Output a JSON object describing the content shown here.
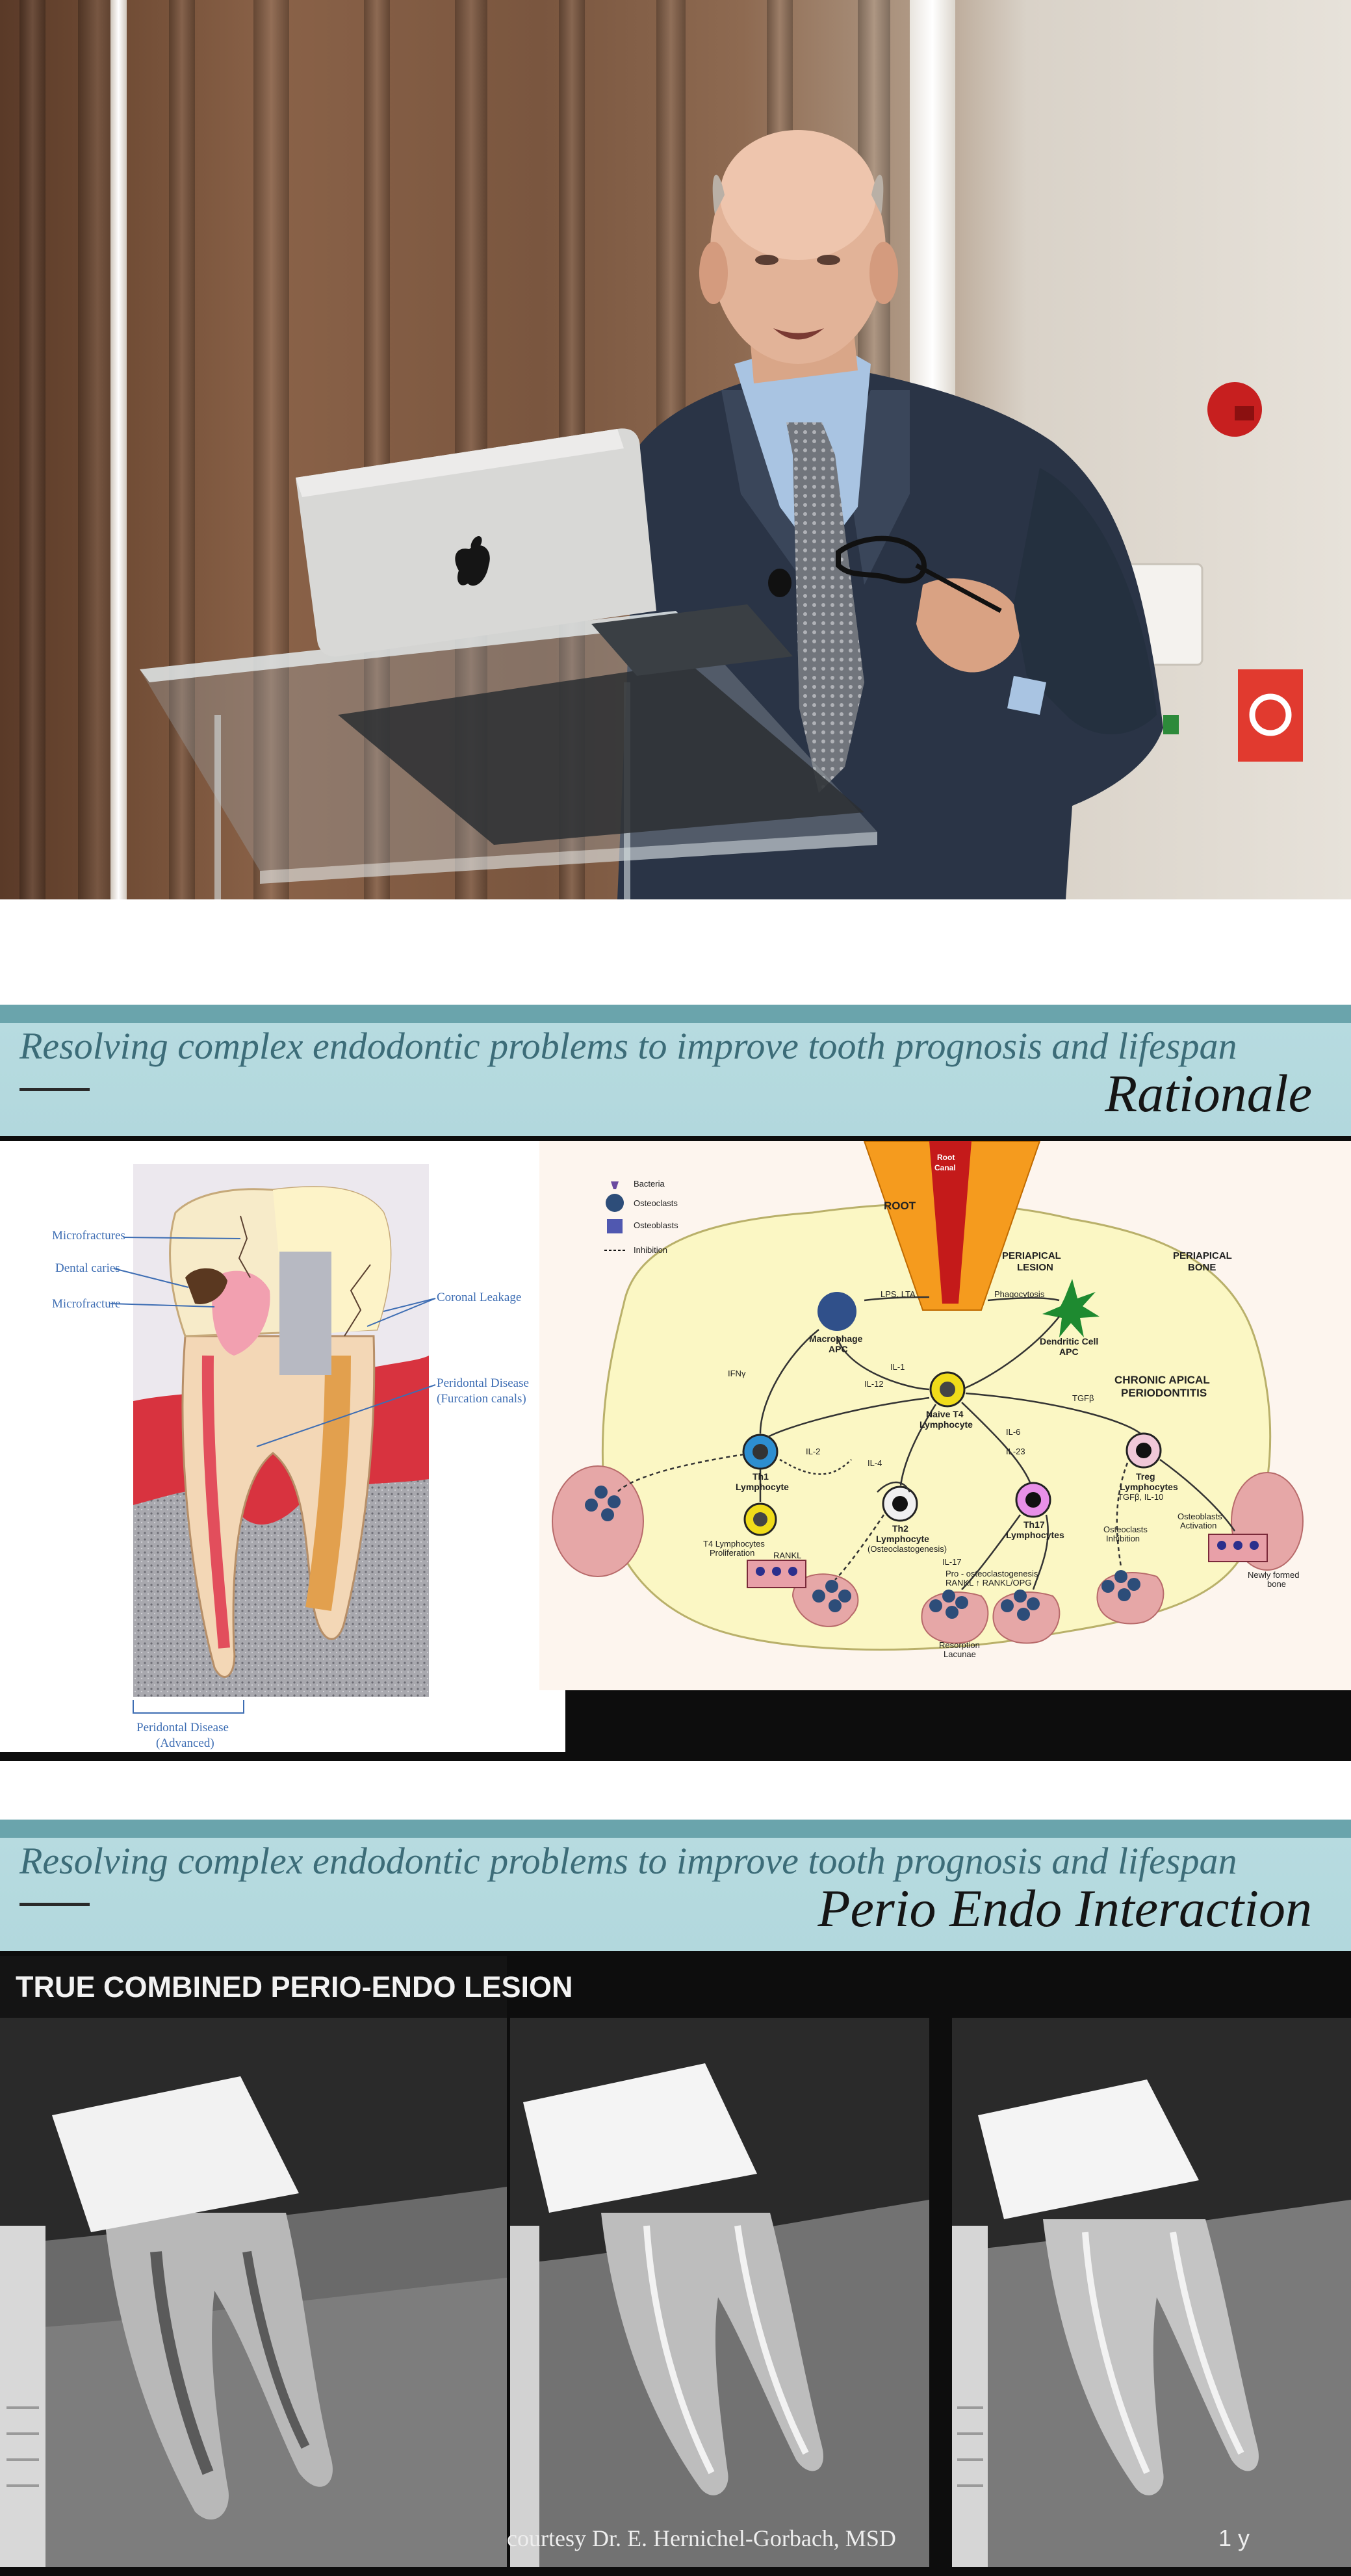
{
  "slide_rationale": {
    "banner_title": "Resolving complex endodontic problems to improve tooth prognosis and lifespan",
    "section_title": "Rationale",
    "tooth_labels": {
      "microfracture_top": "Microfractures",
      "dental_caries": "Dental caries",
      "microfracture": "Microfracture",
      "coronal_leakage": "Coronal Leakage",
      "periodontal_disease_1": "Peridontal Disease",
      "periodontal_disease_1b": "(Furcation canals)",
      "periodontal_disease_2": "Peridontal Disease",
      "periodontal_disease_2b": "(Advanced)"
    },
    "diagram": {
      "legend": [
        "Bacteria",
        "Osteoclasts",
        "Osteoblasts",
        "Inhibition"
      ],
      "root": "ROOT",
      "root_canal_1": "Root",
      "root_canal_2": "Canal",
      "periapical_lesion_1": "PERIAPICAL",
      "periapical_lesion_2": "LESION",
      "periapical_bone_1": "PERIAPICAL",
      "periapical_bone_2": "BONE",
      "chronic_1": "CHRONIC APICAL",
      "chronic_2": "PERIODONTITIS",
      "macrophage_1": "Macrophage",
      "macrophage_2": "APC",
      "dendritic_1": "Dendritic Cell",
      "dendritic_2": "APC",
      "naive_1": "Naive T4",
      "naive_2": "Lymphocyte",
      "th1_1": "Th1",
      "th1_2": "Lymphocyte",
      "th2_1": "Th2",
      "th2_2": "Lymphocyte",
      "th2_3": "(Osteoclastogenesis)",
      "th17_1": "Th17",
      "th17_2": "Lymphocytes",
      "treg_1": "Treg",
      "treg_2": "Lymphocytes",
      "lps": "LPS, LTA",
      "phagocytosis": "Phagocytosis",
      "ifn": "IFNγ",
      "il1": "IL-1",
      "il12": "IL-12",
      "tgf": "TGFβ",
      "il4": "IL-4",
      "il6": "IL-6",
      "il23": "IL-23",
      "il17": "IL-17",
      "il10": "TGFβ, IL-10",
      "il2": "IL-2",
      "rankl": "RANKL",
      "proliferation_1": "T4 Lymphocytes",
      "proliferation_2": "Proliferation",
      "pro_1": "Pro - osteoclastogenesis",
      "pro_2": "RANKL   ↑ RANKL/OPG",
      "osteoclast_inhib_1": "Osteoclasts",
      "osteoclast_inhib_2": "Inhibition",
      "osteoblast_act_1": "Osteoblasts",
      "osteoblast_act_2": "Activation",
      "resorption_1": "Resorption",
      "resorption_2": "Lacunae",
      "newly_1": "Newly formed",
      "newly_2": "bone"
    }
  },
  "slide_perio_endo": {
    "banner_title": "Resolving complex endodontic problems to improve tooth prognosis and lifespan",
    "section_title": "Perio Endo Interaction",
    "heading": "TRUE COMBINED PERIO-ENDO LESION",
    "credit": "courtesy Dr. E. Hernichel-Gorbach, MSD",
    "followup": "1 y"
  }
}
